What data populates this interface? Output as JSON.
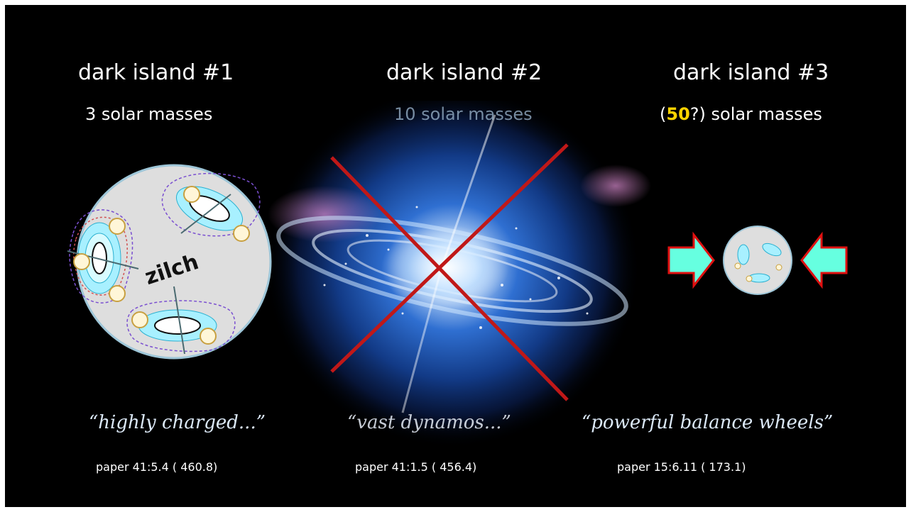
{
  "columns": [
    {
      "title": "dark island #1",
      "masses": "3 solar masses",
      "quote": "“highly charged...”",
      "reference": "paper 41:5.4 ( 460.8)"
    },
    {
      "title": "dark island #2",
      "masses": "10 solar masses",
      "quote": "“vast dynamos...”",
      "reference": "paper 41:1.5 ( 456.4)"
    },
    {
      "title": "dark island #3",
      "masses_open": "(",
      "masses_value": "50",
      "masses_close": "?) solar masses",
      "quote": "“powerful balance wheels”",
      "reference": "paper 15:6.11 ( 173.1)"
    }
  ],
  "diagram": {
    "center_label": "zilch"
  },
  "colors": {
    "background": "#000000",
    "highlight": "#ffd400",
    "cross": "#c01818",
    "arrow_fill": "#66ffe0",
    "arrow_stroke": "#e01010"
  },
  "icons": [
    "galaxy-image",
    "red-cross-icon",
    "right-arrow-icon",
    "left-arrow-icon"
  ]
}
